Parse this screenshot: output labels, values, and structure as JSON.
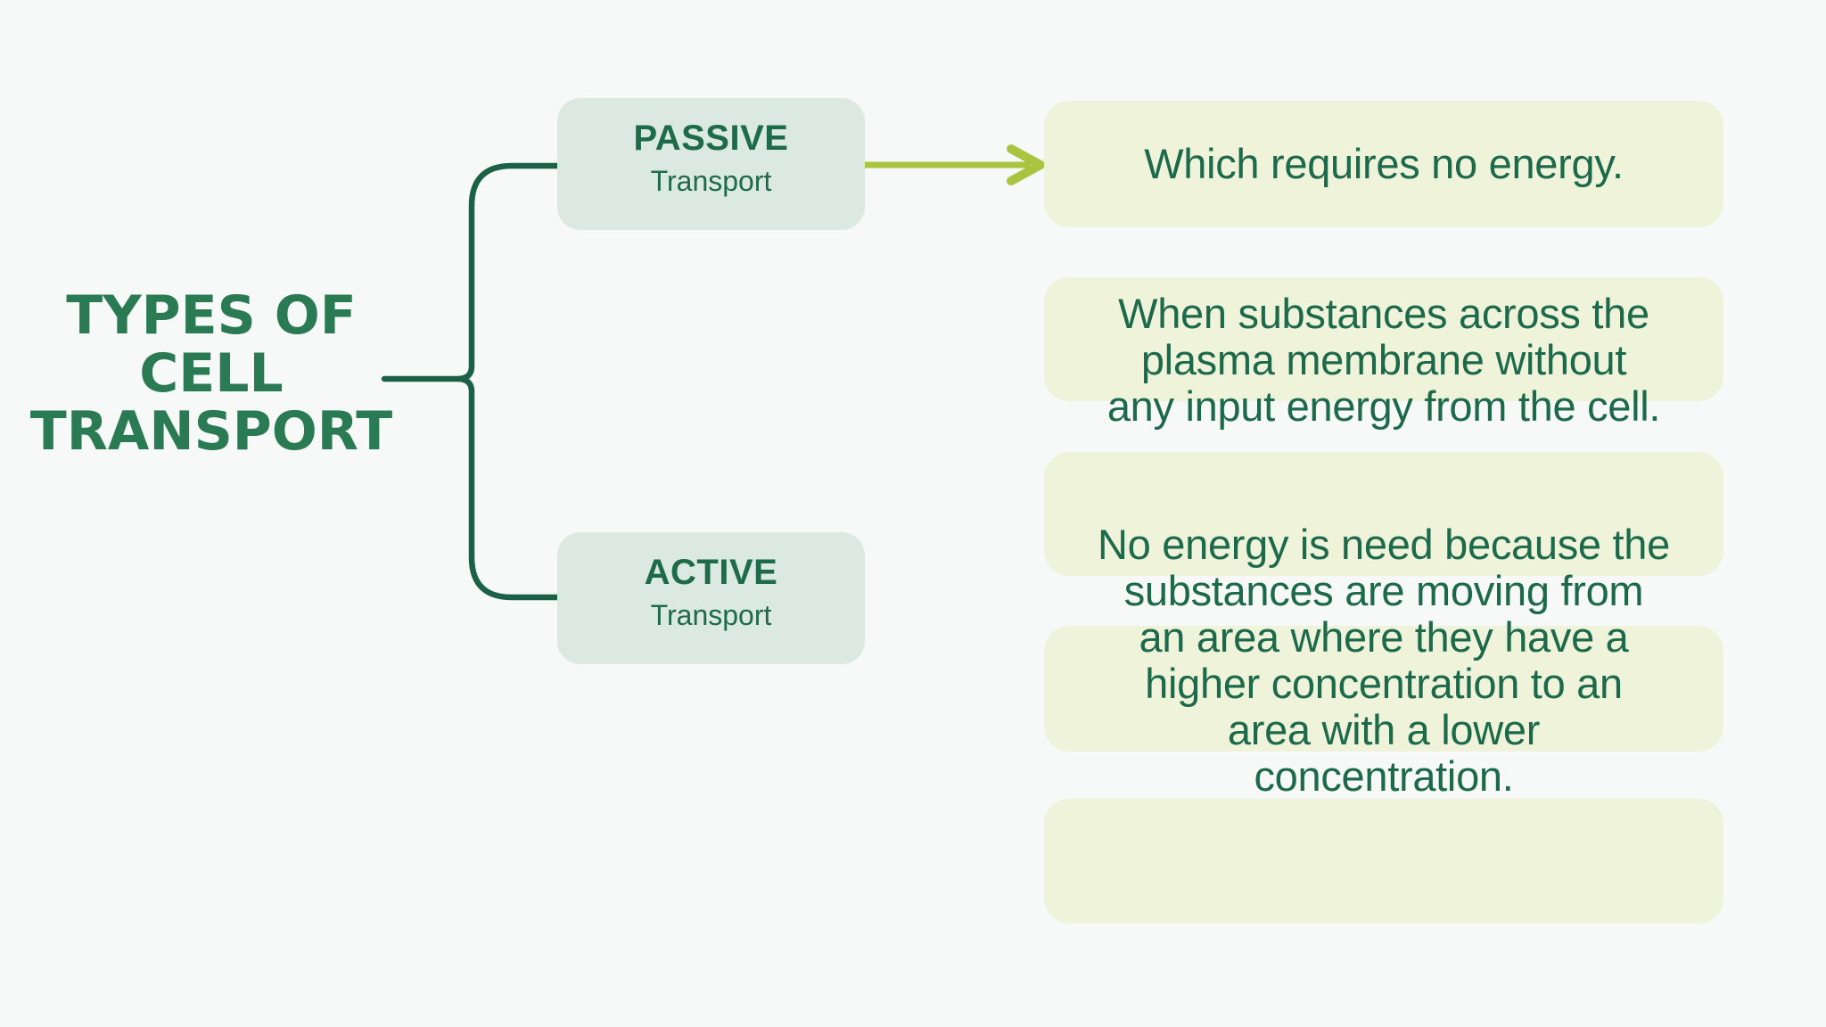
{
  "title": {
    "lines": [
      "TYPES OF",
      "CELL",
      "TRANSPORT"
    ]
  },
  "branches": [
    {
      "label": "PASSIVE",
      "sublabel": "Transport"
    },
    {
      "label": "ACTIVE",
      "sublabel": "Transport"
    }
  ],
  "notes": [
    {
      "text": "Which requires no energy."
    },
    {
      "lines": [
        "When substances across the",
        "plasma membrane without",
        "any input energy from the cell."
      ]
    },
    {
      "lines": [
        "No energy is need because the",
        "substances are moving from",
        "an area where they have a",
        "higher concentration to an",
        "area with a lower",
        "concentration."
      ]
    },
    {
      "text": ""
    }
  ],
  "colors": {
    "background": "#f7f8f8",
    "title_green": "#2a7b53",
    "node_background": "#dce8e2",
    "node_text_green": "#1d6b48",
    "card_background": "#eff3da",
    "note_text_green": "#1c6a4b",
    "brace_green": "#1a6148",
    "arrow_yellow_green": "#a9c43f",
    "squiggle_green": "#a6c5ab"
  }
}
